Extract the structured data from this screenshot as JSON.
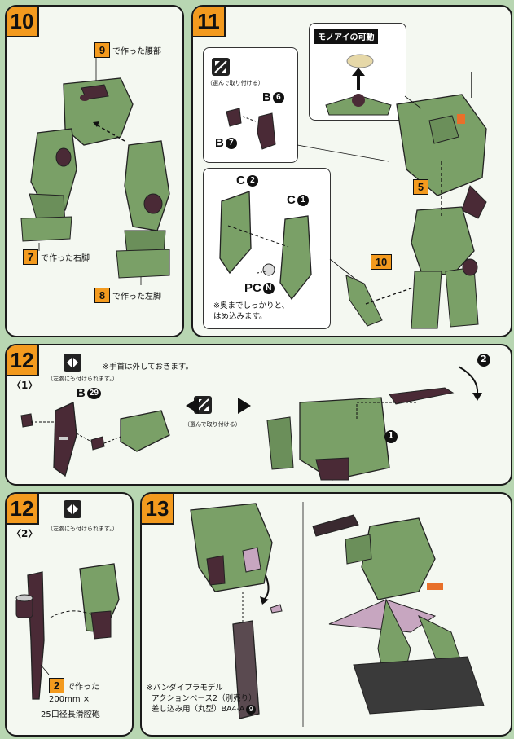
{
  "steps": {
    "s10": {
      "number": "10",
      "callouts": [
        {
          "num": "9",
          "text": "で作った腰部"
        },
        {
          "num": "7",
          "text": "で作った右脚"
        },
        {
          "num": "8",
          "text": "で作った左脚"
        }
      ]
    },
    "s11": {
      "number": "11",
      "mono_eye": "モノアイの可動",
      "optional_note": "（選んで取り付ける）",
      "parts": {
        "b6": "B",
        "b7": "B",
        "c2": "C",
        "c1": "C",
        "pc": "PC"
      },
      "part_circ": {
        "six": "6",
        "seven": "7",
        "two": "2",
        "one": "1",
        "n": "N"
      },
      "instruction_1": "※奥までしっかりと、",
      "instruction_2": "はめ込みます。",
      "callout_5": "5",
      "callout_10": "10"
    },
    "s12a": {
      "number": "12",
      "sub": "〈1〉",
      "note": "※手首は外しておきます。",
      "side_note": "（左腕にも付けられます。）",
      "optional_note": "（選んで取り付ける）",
      "part": "B",
      "part_circ": "29",
      "arrow_1": "1",
      "arrow_2": "2"
    },
    "s12b": {
      "number": "12",
      "sub": "〈2〉",
      "side_note": "（左腕にも付けられます。）",
      "callout_num": "2",
      "callout_text_1": "で作った",
      "callout_text_2": "200mm ×",
      "callout_text_3": "25口径長滑腔砲"
    },
    "s13": {
      "number": "13",
      "note_1": "※バンダイプラモデル",
      "note_2": "アクションベース2（別売り）",
      "note_3": "差し込み用（丸型）BA4-A",
      "note_circ": "9"
    }
  },
  "colors": {
    "accent": "#f39a1e",
    "background": "#b8d6b2",
    "part_green": "#7aa067",
    "part_dark": "#4a2a36"
  }
}
